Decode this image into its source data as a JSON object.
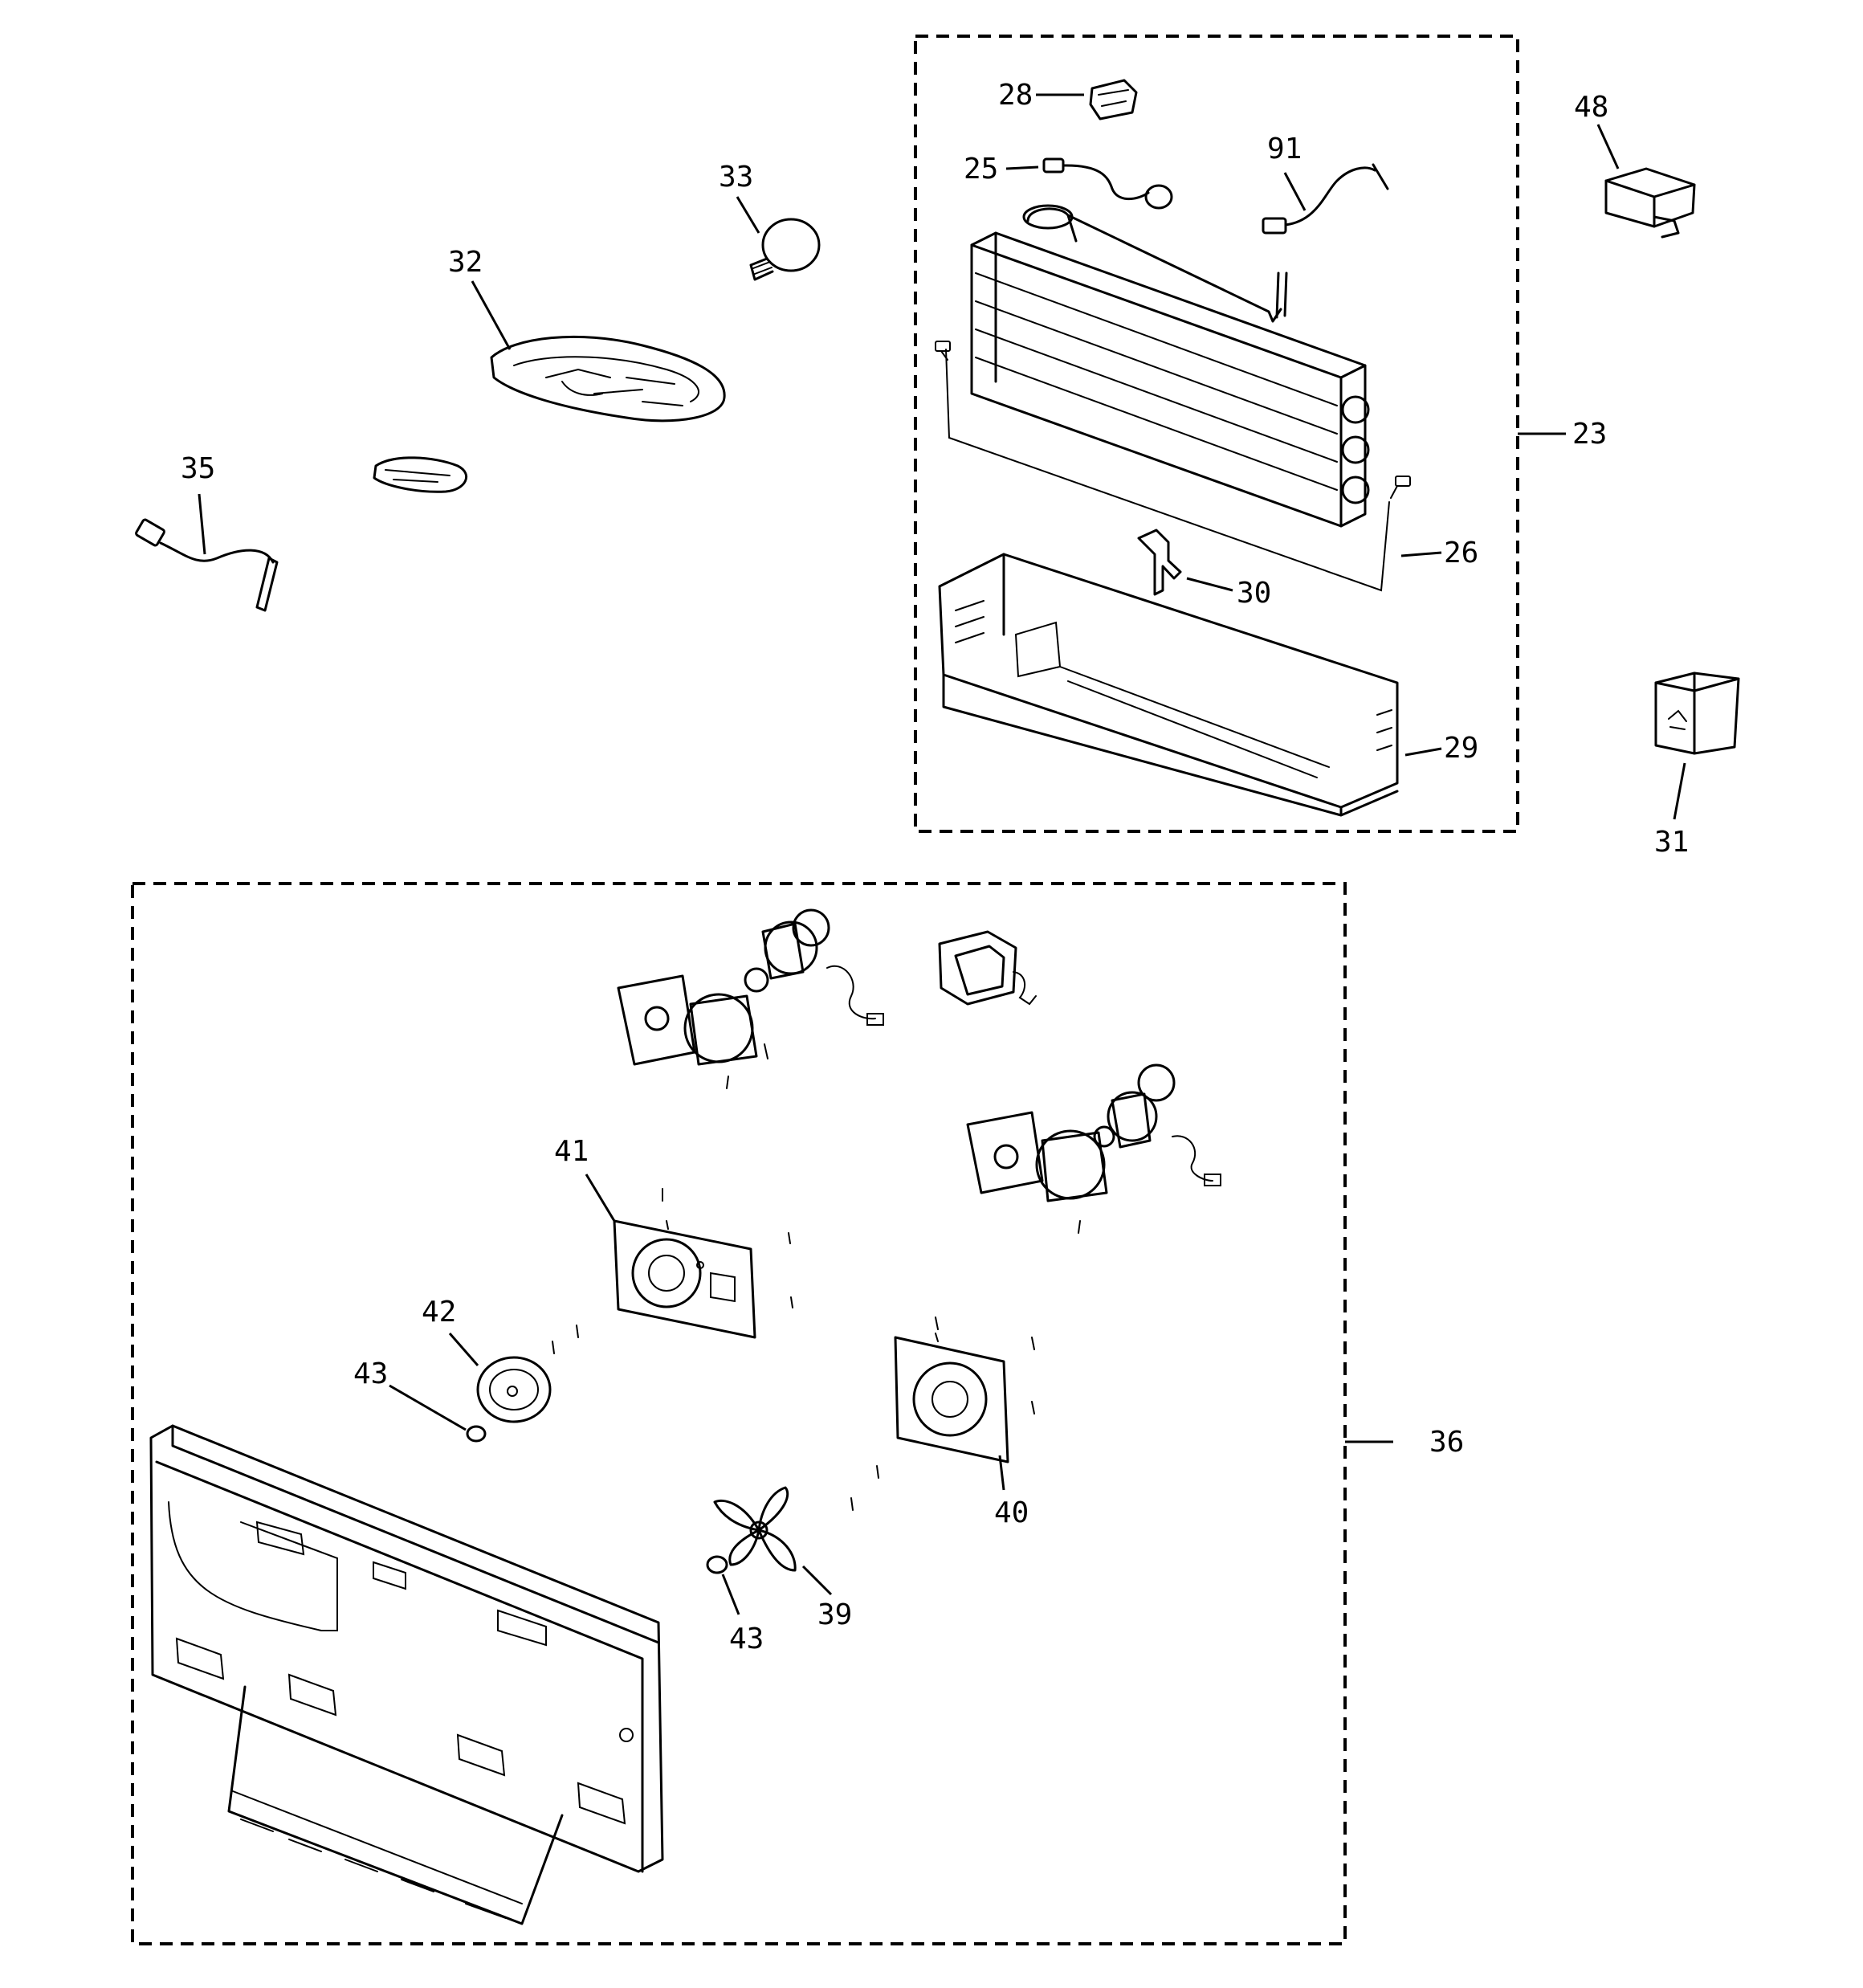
{
  "callouts": {
    "c23": "23",
    "c25": "25",
    "c26": "26",
    "c28": "28",
    "c29": "29",
    "c30": "30",
    "c31": "31",
    "c32": "32",
    "c33": "33",
    "c35": "35",
    "c36": "36",
    "c39": "39",
    "c40": "40",
    "c41": "41",
    "c42": "42",
    "c43a": "43",
    "c43b": "43",
    "c48": "48",
    "c91": "91"
  }
}
